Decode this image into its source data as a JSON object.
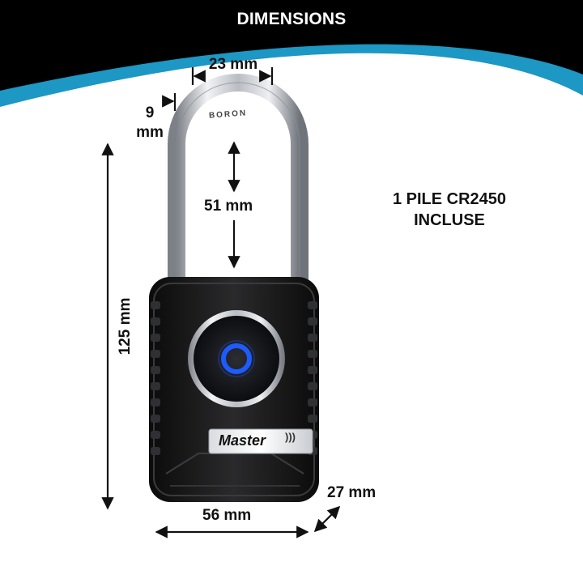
{
  "header": {
    "title": "DIMENSIONS"
  },
  "dimensions": {
    "shackle_inner_width": "23 mm",
    "shackle_diameter_value": "9",
    "shackle_diameter_unit": "mm",
    "shackle_clearance": "51 mm",
    "total_height": "125 mm",
    "body_width": "56 mm",
    "body_depth": "27 mm"
  },
  "battery_note": {
    "line1": "1 PILE CR2450",
    "line2": "INCLUSE"
  },
  "product": {
    "brand": "Master",
    "shackle_mark": "BORON"
  },
  "colors": {
    "header_bg": "#000000",
    "header_wave": "#1d97c3",
    "lock_body": "#1a1a1a",
    "led_ring": "#1e5bff",
    "chrome": "#c9ccd1"
  }
}
